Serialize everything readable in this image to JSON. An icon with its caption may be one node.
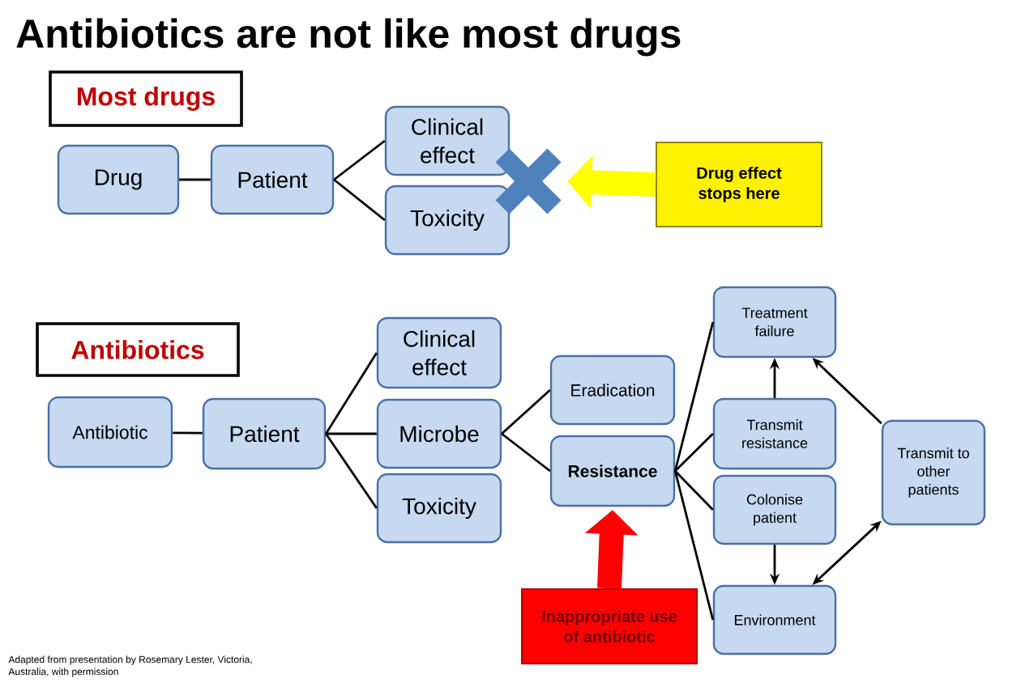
{
  "diagram": {
    "title": "Antibiotics are not like most drugs",
    "nodes": [
      {
        "text": [
          "Most drugs"
        ]
      },
      {
        "text": [
          "Drug"
        ]
      },
      {
        "text": [
          "Patient"
        ]
      },
      {
        "text": [
          "Clinical effect"
        ]
      },
      {
        "text": [
          "Toxicity"
        ]
      },
      {
        "text": [],
        "shape": "cross"
      },
      {
        "text": [
          "Drug effect stops here"
        ]
      },
      {
        "text": [
          "Antibiotics"
        ]
      },
      {
        "text": [
          "Antibiotic"
        ]
      },
      {
        "text": [
          "Patient"
        ]
      },
      {
        "text": [
          "Clinical effect"
        ]
      },
      {
        "text": [
          "Microbe"
        ]
      },
      {
        "text": [
          "Toxicity"
        ]
      },
      {
        "text": [
          "Eradication"
        ]
      },
      {
        "text": [
          "Resistance"
        ]
      },
      {
        "text": [
          "Treatment failure"
        ]
      },
      {
        "text": [
          "Transmit resistance"
        ]
      },
      {
        "text": [
          "Colonise patient"
        ]
      },
      {
        "text": [
          "Environment"
        ]
      },
      {
        "text": [
          "Transmit to other patients"
        ]
      },
      {
        "text": [
          "Inappropriate use of antibiotic"
        ]
      }
    ],
    "edges": [
      {
        "from": 1,
        "to": 2,
        "arrow": "none"
      },
      {
        "from": 2,
        "to": 3,
        "arrow": "none"
      },
      {
        "from": 2,
        "to": 4,
        "arrow": "none"
      },
      {
        "from": 6,
        "to": 5,
        "arrow": "to",
        "style": "thick",
        "color": "#ffff00"
      },
      {
        "from": 8,
        "to": 9,
        "arrow": "none"
      },
      {
        "from": 9,
        "to": 10,
        "arrow": "none"
      },
      {
        "from": 9,
        "to": 11,
        "arrow": "none"
      },
      {
        "from": 9,
        "to": 12,
        "arrow": "none"
      },
      {
        "from": 11,
        "to": 13,
        "arrow": "none"
      },
      {
        "from": 11,
        "to": 14,
        "arrow": "none"
      },
      {
        "from": 14,
        "to": 15,
        "arrow": "none"
      },
      {
        "from": 14,
        "to": 16,
        "arrow": "none"
      },
      {
        "from": 14,
        "to": 17,
        "arrow": "none"
      },
      {
        "from": 14,
        "to": 18,
        "arrow": "none"
      },
      {
        "from": 16,
        "to": 15,
        "arrow": "to"
      },
      {
        "from": 17,
        "to": 18,
        "arrow": "to"
      },
      {
        "from": 19,
        "to": 15,
        "arrow": "to"
      },
      {
        "from": 18,
        "to": 19,
        "arrow": "both"
      },
      {
        "from": 20,
        "to": 14,
        "arrow": "to",
        "style": "thick",
        "color": "#ff0000"
      }
    ],
    "labels": [
      "Adapted from presentation by Rosemary Lester, Victoria, Australia, with permission"
    ]
  }
}
